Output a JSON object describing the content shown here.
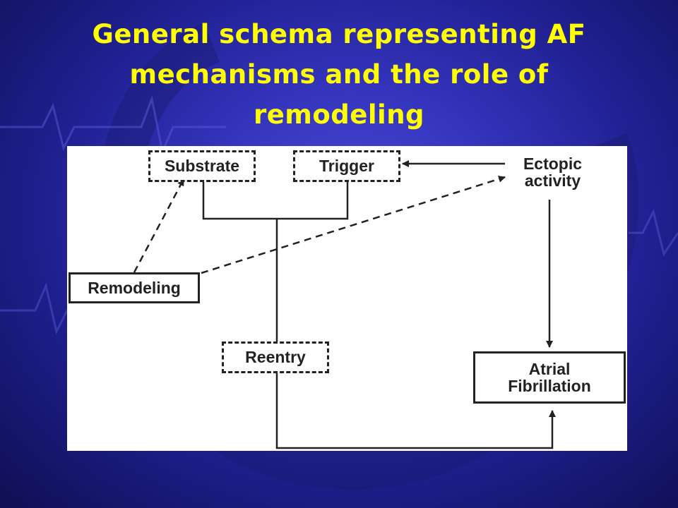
{
  "slide": {
    "title": "General schema representing AF mechanisms and the role of remodeling"
  },
  "diagram": {
    "nodes": {
      "substrate": "Substrate",
      "trigger": "Trigger",
      "ectopic_line1": "Ectopic",
      "ectopic_line2": "activity",
      "remodeling": "Remodeling",
      "reentry": "Reentry",
      "af_line1": "Atrial",
      "af_line2": "Fibrillation"
    },
    "edges": [
      {
        "from": "Ectopic activity",
        "to": "Trigger",
        "style": "solid"
      },
      {
        "from": "Remodeling",
        "to": "Substrate",
        "style": "dashed"
      },
      {
        "from": "Remodeling",
        "to": "Ectopic activity",
        "style": "dashed"
      },
      {
        "from": "Substrate + Trigger",
        "to": "Reentry",
        "style": "solid"
      },
      {
        "from": "Ectopic activity",
        "to": "Atrial Fibrillation",
        "style": "solid"
      },
      {
        "from": "Reentry",
        "to": "Atrial Fibrillation",
        "style": "solid"
      }
    ]
  },
  "colors": {
    "title": "#ffff00",
    "background": "#2a2aa6",
    "line": "#222222"
  }
}
